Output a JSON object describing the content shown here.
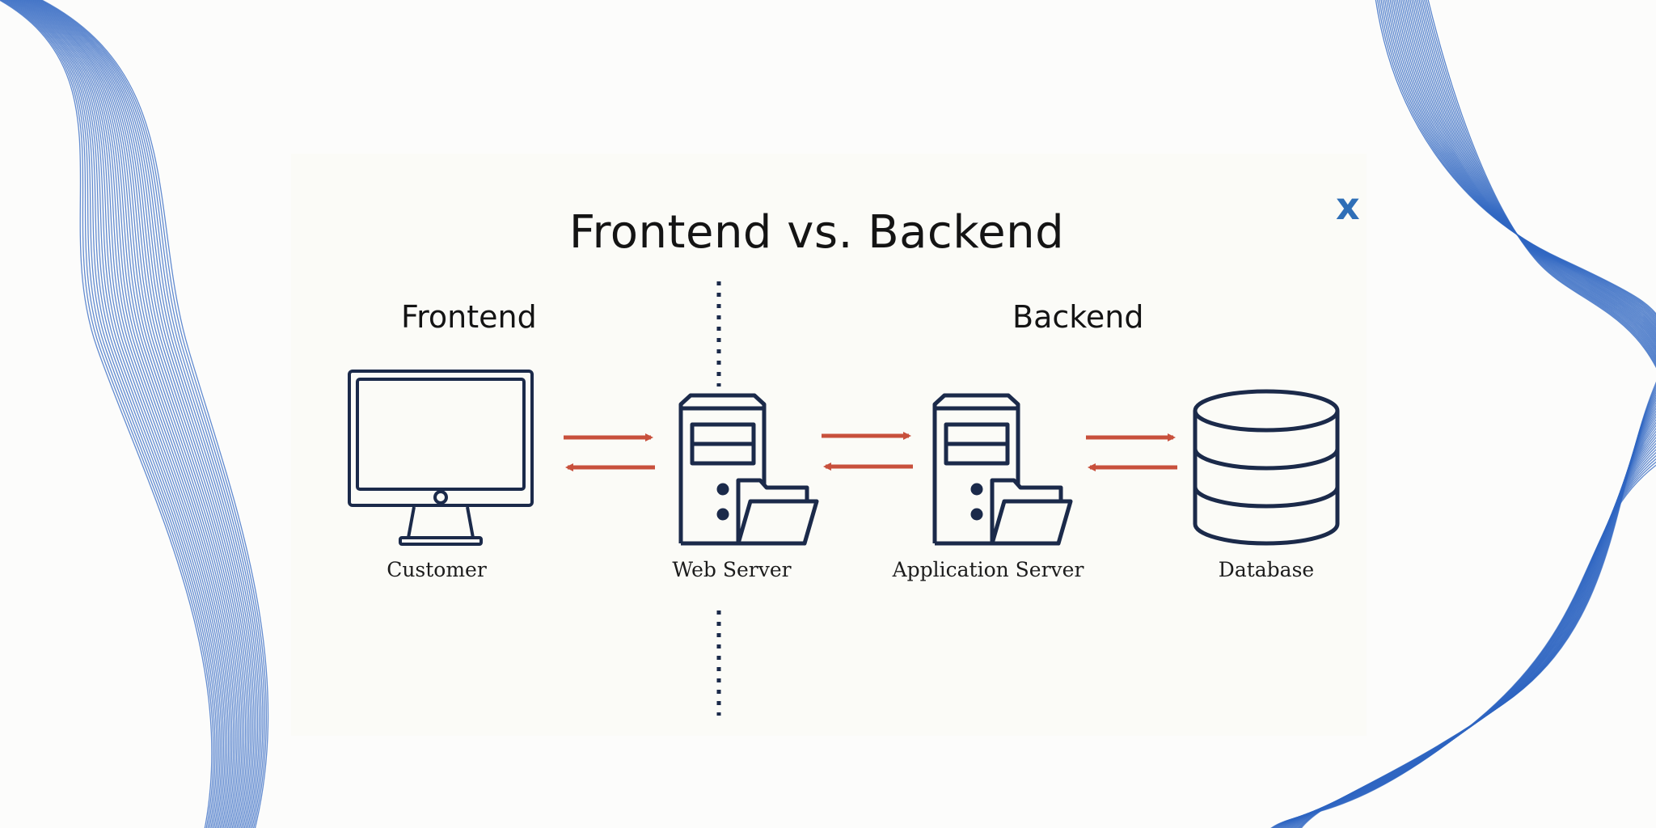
{
  "diagram": {
    "title": "Frontend vs. Backend",
    "sections": {
      "frontend": "Frontend",
      "backend": "Backend"
    },
    "nodes": [
      {
        "id": "customer",
        "label": "Customer",
        "icon": "monitor-icon"
      },
      {
        "id": "web-server",
        "label": "Web Server",
        "icon": "server-folder-icon"
      },
      {
        "id": "application-server",
        "label": "Application Server",
        "icon": "server-folder-icon"
      },
      {
        "id": "database",
        "label": "Database",
        "icon": "database-icon"
      }
    ],
    "connections": [
      {
        "from": "customer",
        "to": "web-server",
        "direction": "bidirectional"
      },
      {
        "from": "web-server",
        "to": "application-server",
        "direction": "bidirectional"
      },
      {
        "from": "application-server",
        "to": "database",
        "direction": "bidirectional"
      }
    ],
    "logo": "x",
    "colors": {
      "icon_stroke": "#1b2a4a",
      "arrow": "#c8503c",
      "divider": "#1b2a4a",
      "waves": "#2f66c2",
      "logo": "#2f6fb7",
      "text": "#141414"
    }
  }
}
